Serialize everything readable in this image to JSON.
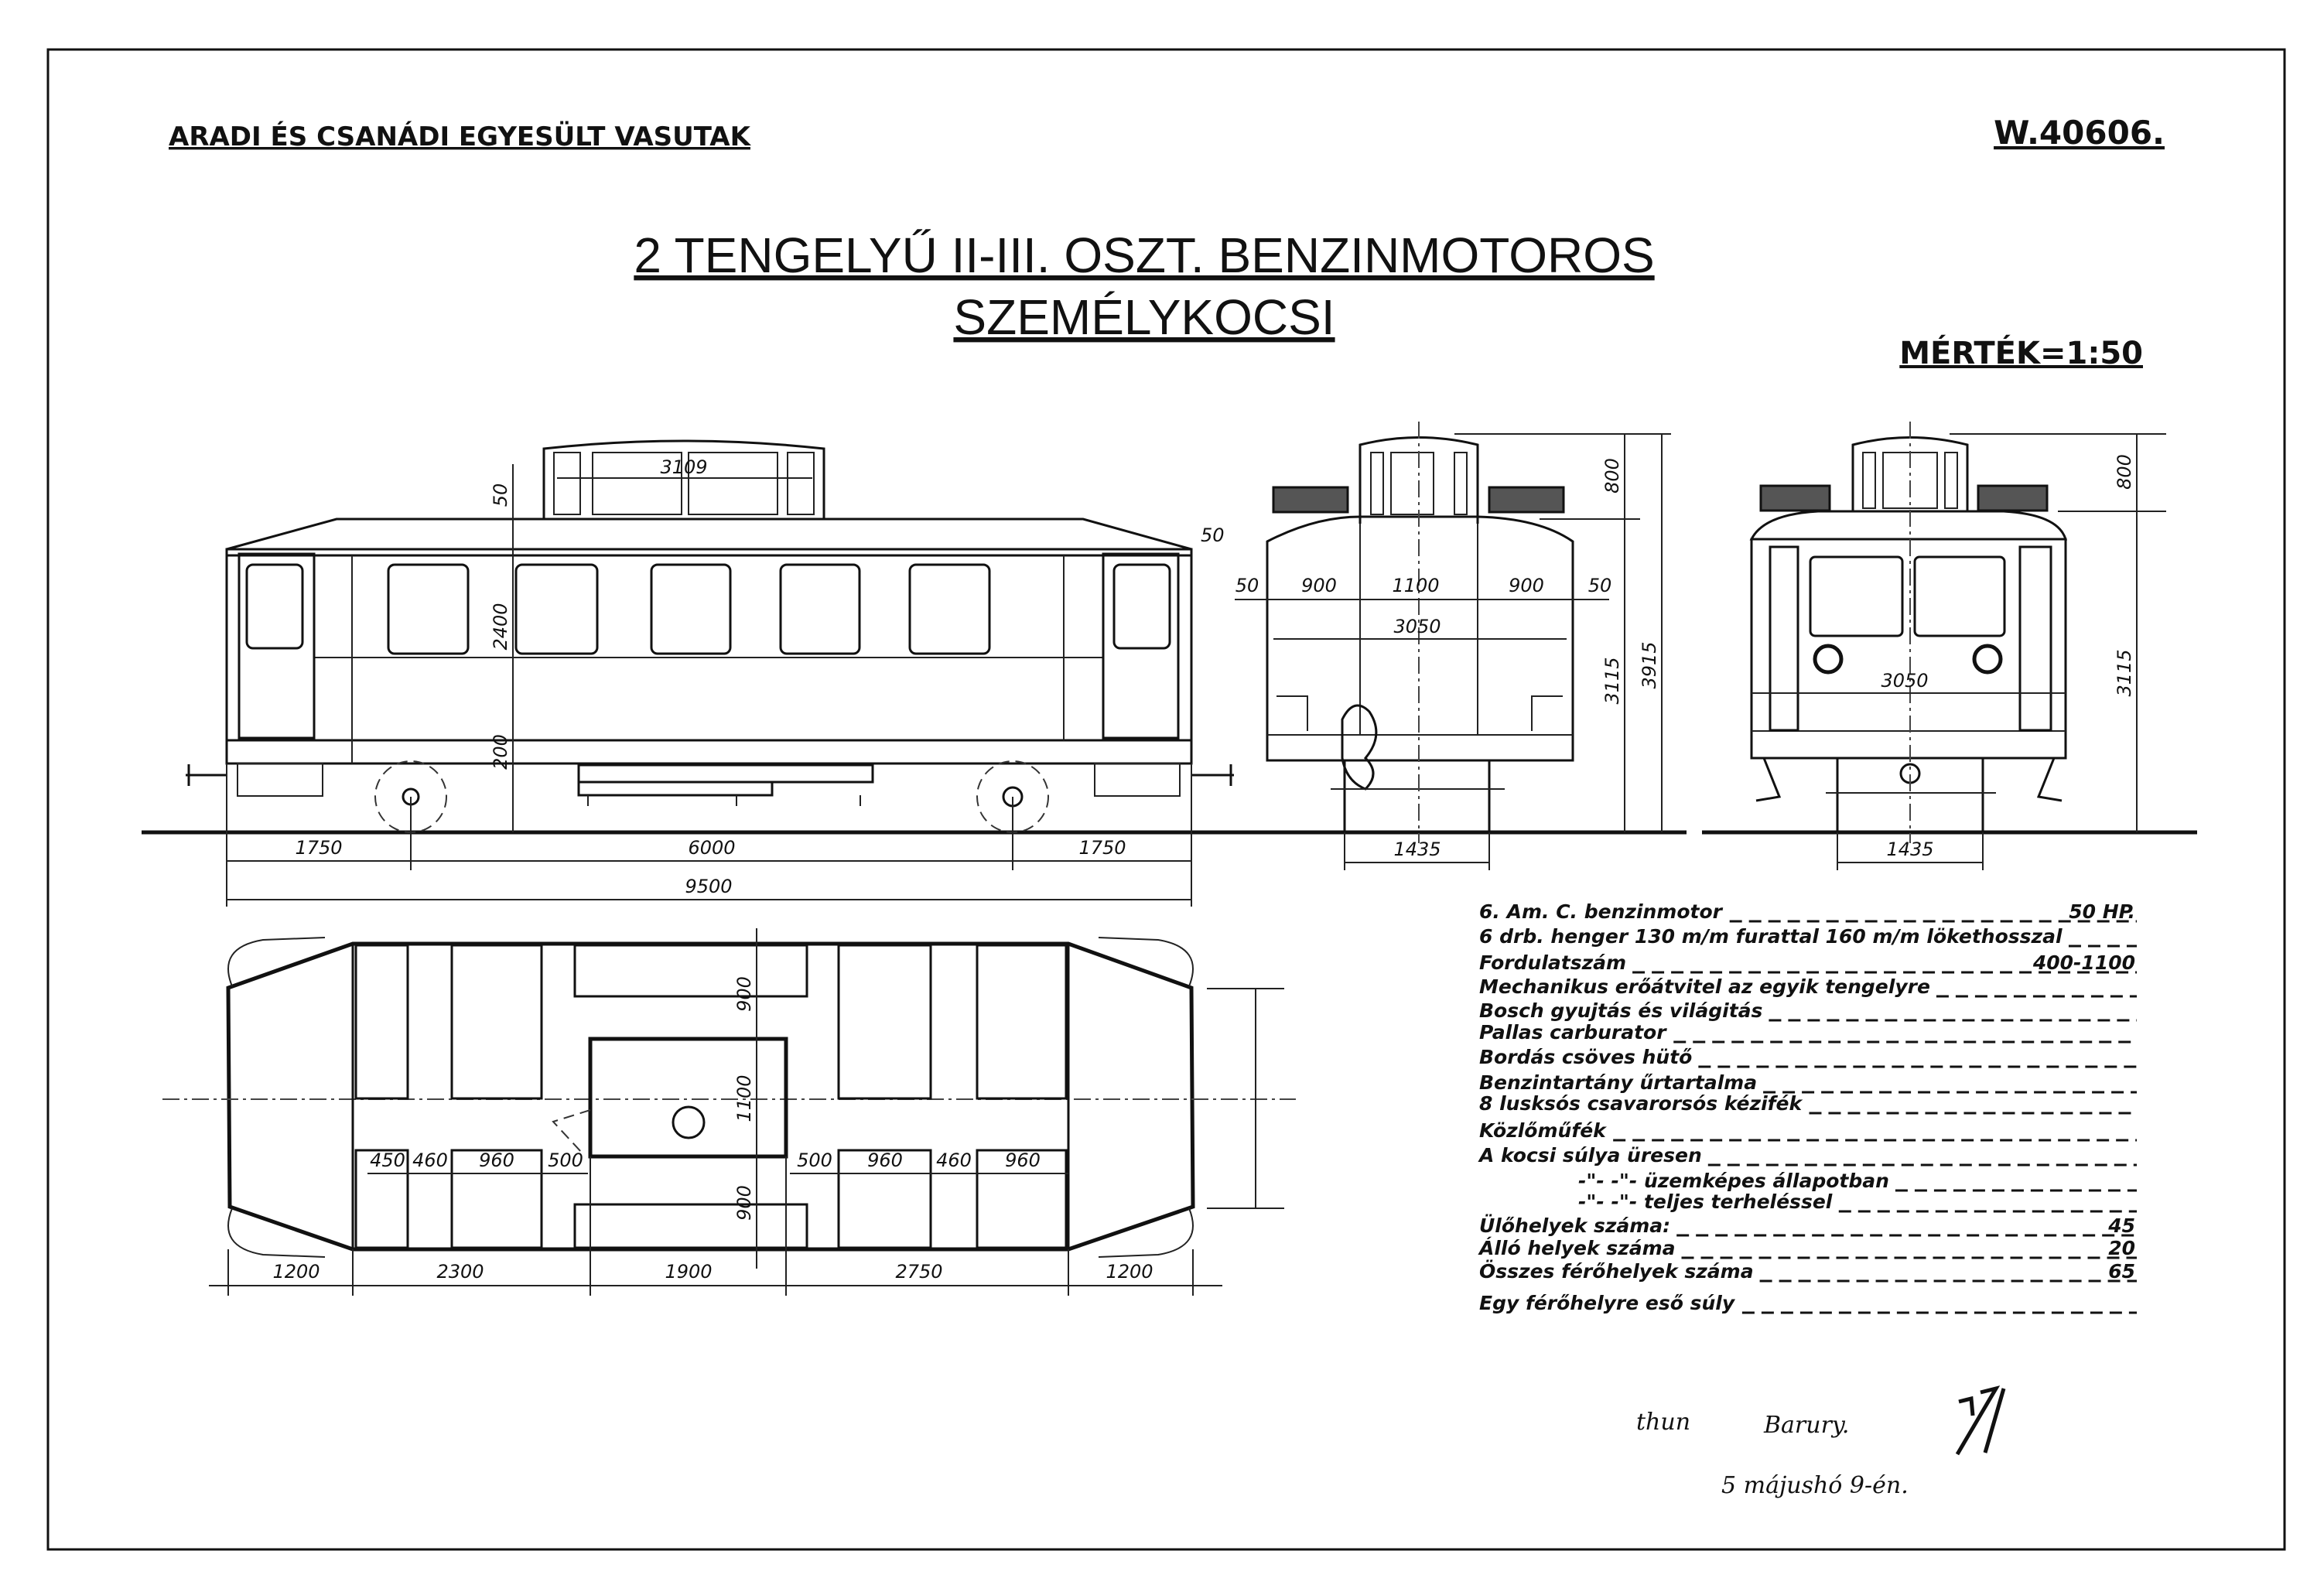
{
  "header": {
    "company": "ARADI ÉS CSANÁDI EGYESÜLT VASUTAK",
    "drawing_number": "W.40606.",
    "title_line1": "2 TENGELYŰ II-III. OSZT. BENZINMOTOROS",
    "title_line2": "SZEMÉLYKOCSI",
    "scale": "MÉRTÉK=1:50"
  },
  "side_view": {
    "clerestory_width": "3109",
    "roof_height": "50",
    "body_height": "2400",
    "frame_height": "200",
    "overhang_left": "1750",
    "wheelbase": "6000",
    "overhang_right": "1750",
    "total_length": "9500",
    "side_offset": "50"
  },
  "section_view": {
    "widths": [
      "50",
      "900",
      "1100",
      "900",
      "50"
    ],
    "inner_width": "3050",
    "lantern_height": "800",
    "body_height": "3115",
    "total_height": "3915",
    "gauge": "1435"
  },
  "front_view": {
    "width": "3050",
    "lantern_height": "800",
    "body_height": "3115",
    "gauge": "1435"
  },
  "plan_view": {
    "lengths": [
      "1200",
      "2300",
      "1900",
      "2750",
      "1200"
    ],
    "seat_dims_left": [
      "450",
      "460",
      "960",
      "500"
    ],
    "seat_dims_right": [
      "500",
      "960",
      "460",
      "960"
    ],
    "widths": [
      "900",
      "1100",
      "900"
    ]
  },
  "specs": [
    {
      "label": "6. Am. C. benzinmotor",
      "value": "50 HP."
    },
    {
      "label": "6 drb. henger 130 m/m furattal 160 m/m lökethosszal",
      "value": ""
    },
    {
      "label": "Fordulatszám",
      "value": "400-1100"
    },
    {
      "label": "Mechanikus erőátvitel az egyik tengelyre",
      "value": ""
    },
    {
      "label": "Bosch gyujtás és világitás",
      "value": ""
    },
    {
      "label": "Pallas carburator",
      "value": ""
    },
    {
      "label": "Bordás csöves hütő",
      "value": ""
    },
    {
      "label": "Benzintartány űrtartalma",
      "value": ""
    },
    {
      "label": "8 lusksós csavarorsós kézifék",
      "value": ""
    },
    {
      "label": "Közlőműfék",
      "value": ""
    },
    {
      "label": "A kocsi súlya üresen",
      "value": ""
    },
    {
      "label": "-\"- -\"- üzemképes állapotban",
      "value": ""
    },
    {
      "label": "-\"- -\"- teljes terheléssel",
      "value": ""
    },
    {
      "label": "Ülőhelyek száma:",
      "value": "45"
    },
    {
      "label": "Álló helyek száma",
      "value": "20"
    },
    {
      "label": "Összes férőhelyek száma",
      "value": "65"
    },
    {
      "label": "Egy férőhelyre eső súly",
      "value": ""
    }
  ],
  "signatures": {
    "sig1": "thun",
    "sig2": "Barury.",
    "date": "5 májushó 9-én."
  }
}
